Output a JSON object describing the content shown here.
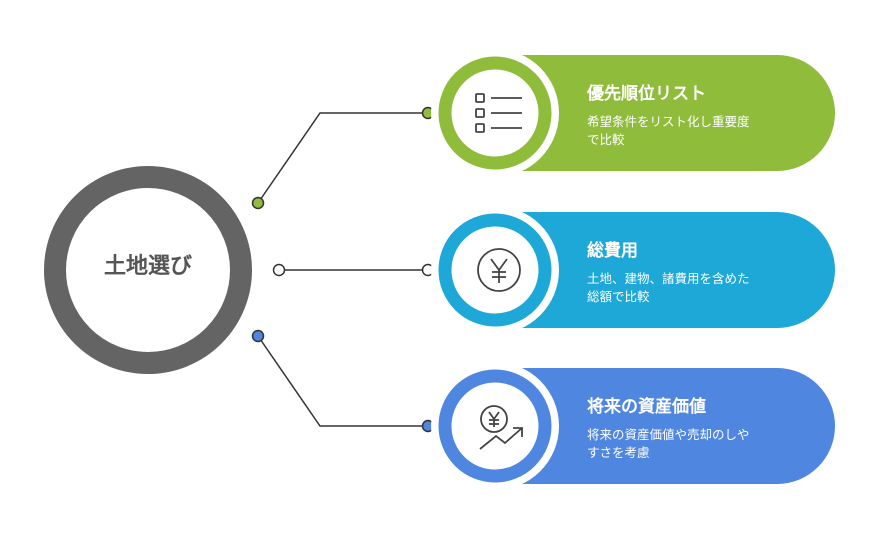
{
  "center": {
    "label": "土地選び"
  },
  "items": [
    {
      "title": "優先順位リスト",
      "desc_line1": "希望条件をリスト化し重要度",
      "desc_line2": "で比較",
      "icon": "checklist-icon",
      "color": "#8fbc3b"
    },
    {
      "title": "総費用",
      "desc_line1": "土地、建物、諸費用を含めた",
      "desc_line2": "総額で比較",
      "icon": "yen-icon",
      "color": "#1ea8d8"
    },
    {
      "title": "将来の資産価値",
      "desc_line1": "将来の資産価値や売却のしや",
      "desc_line2": "すさを考慮",
      "icon": "yen-growth-icon",
      "color": "#4f86e0"
    }
  ],
  "colors": {
    "hub_ring": "#646464",
    "connector": "#333333"
  }
}
